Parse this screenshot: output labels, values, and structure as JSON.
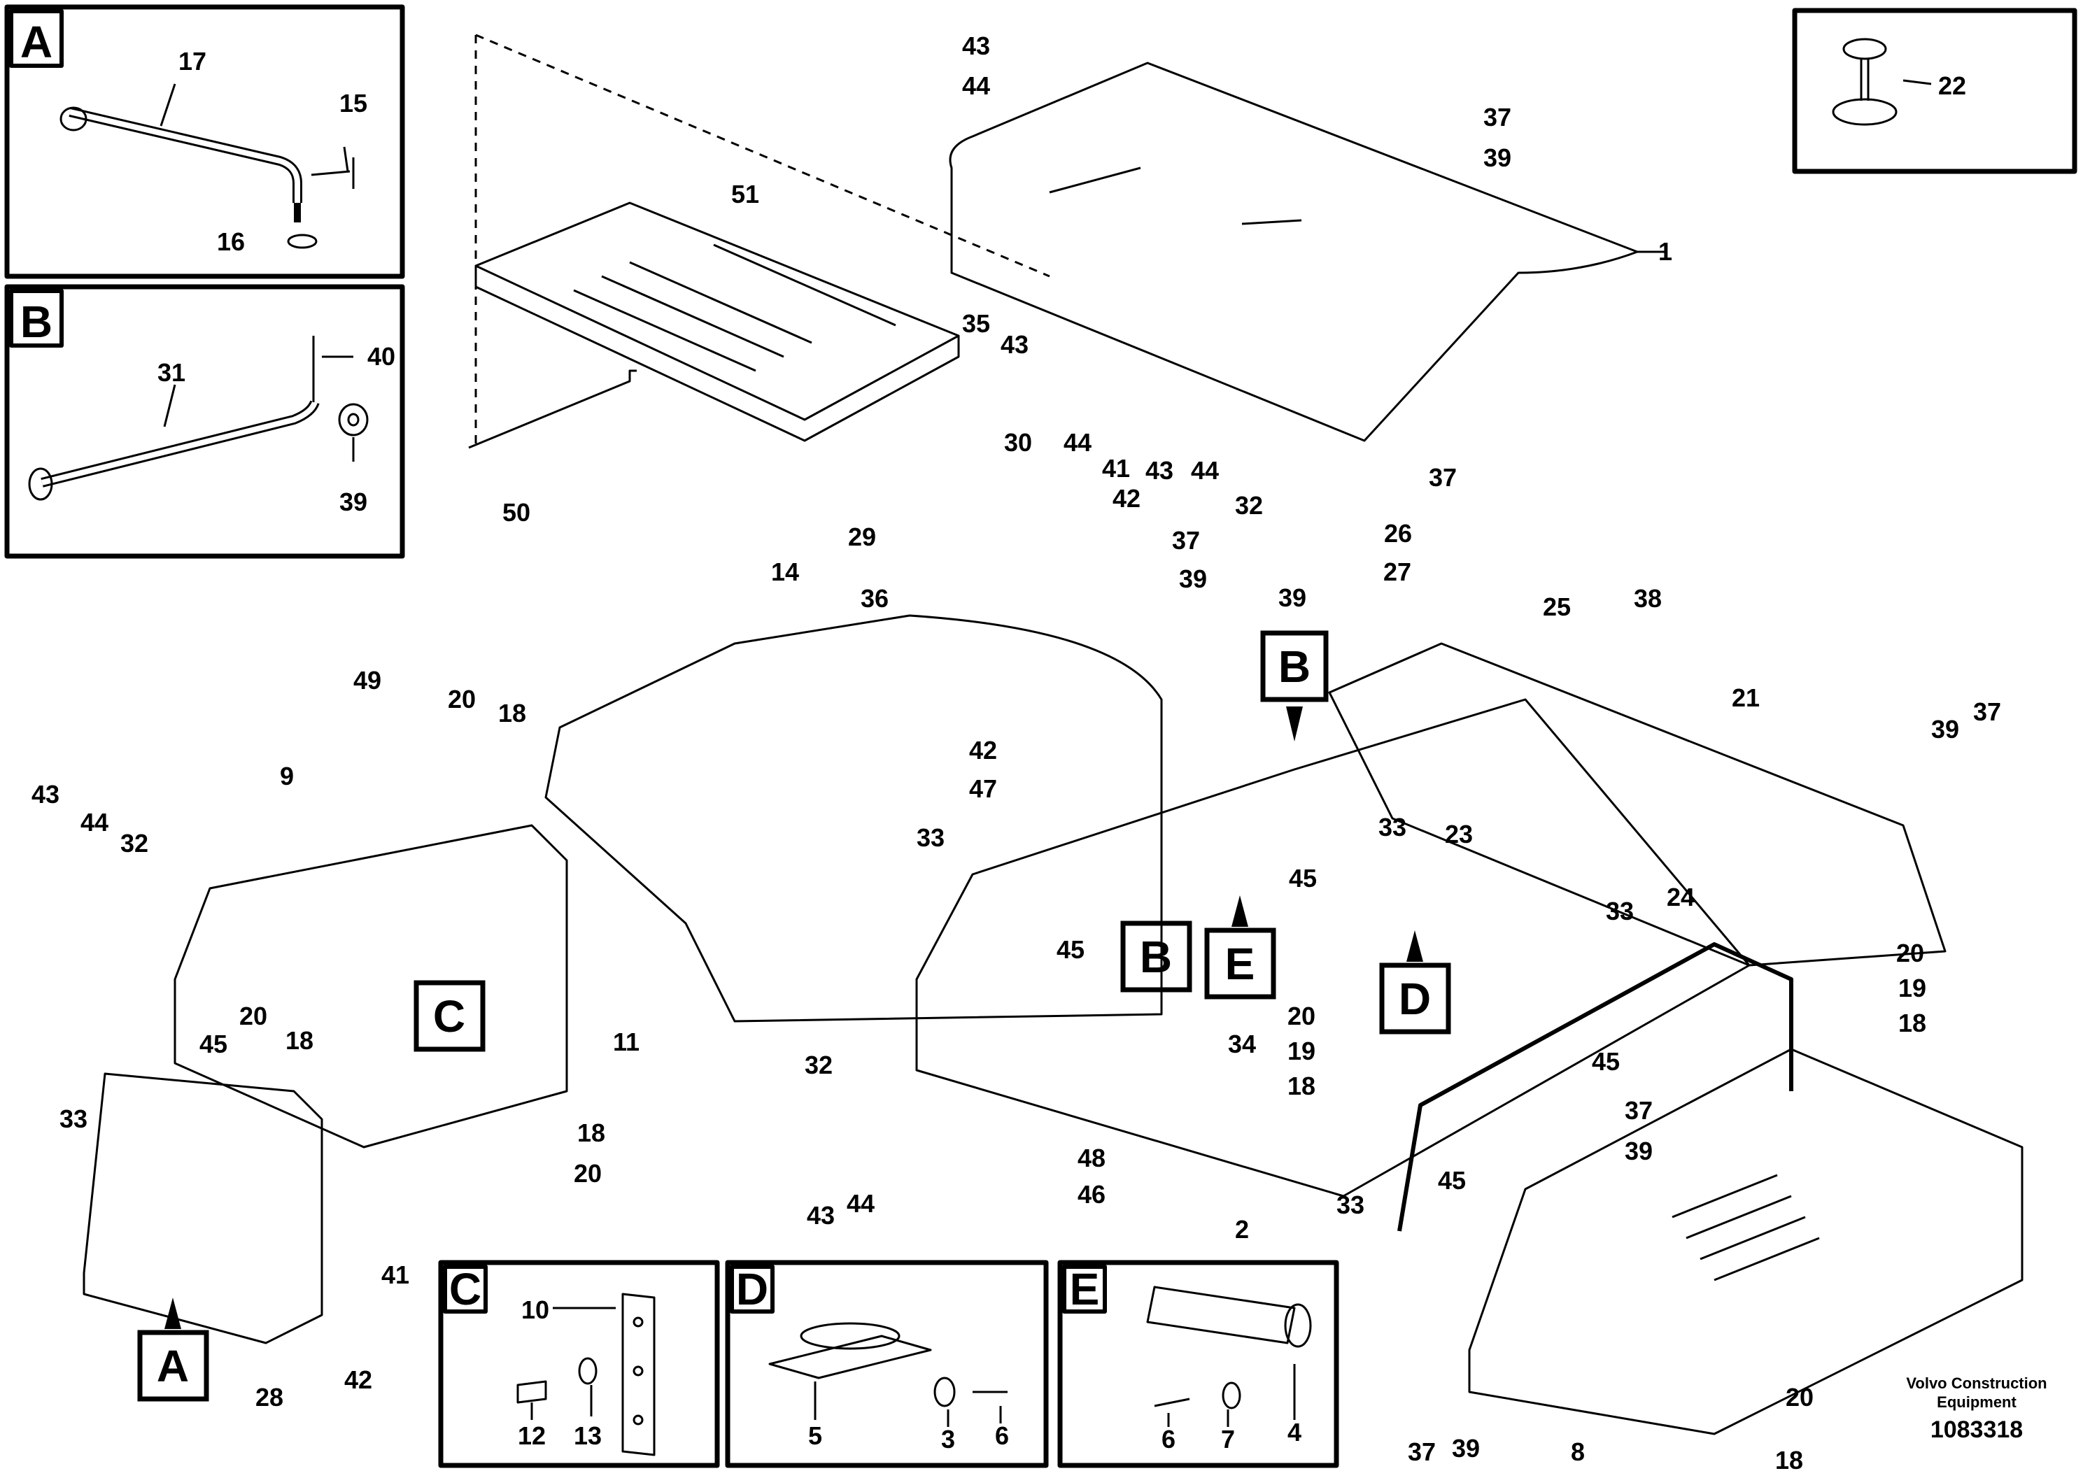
{
  "diagram": {
    "detail_views": [
      {
        "id": "A",
        "parts": [
          "17",
          "15",
          "16"
        ]
      },
      {
        "id": "B",
        "parts": [
          "31",
          "40",
          "39"
        ]
      },
      {
        "id": "C",
        "parts": [
          "10",
          "12",
          "13"
        ]
      },
      {
        "id": "D",
        "parts": [
          "5",
          "3",
          "6"
        ]
      },
      {
        "id": "E",
        "parts": [
          "6",
          "7",
          "4"
        ]
      }
    ],
    "top_right_inset": {
      "part": "22"
    },
    "part_callouts": [
      "1",
      "2",
      "3",
      "4",
      "5",
      "6",
      "7",
      "8",
      "9",
      "10",
      "11",
      "12",
      "13",
      "14",
      "15",
      "16",
      "17",
      "18",
      "19",
      "20",
      "21",
      "22",
      "23",
      "24",
      "25",
      "26",
      "27",
      "28",
      "29",
      "30",
      "31",
      "32",
      "33",
      "34",
      "35",
      "36",
      "37",
      "38",
      "39",
      "40",
      "41",
      "42",
      "43",
      "44",
      "45",
      "46",
      "47",
      "48",
      "49",
      "50",
      "51"
    ]
  },
  "footer": {
    "brand_line1": "Volvo Construction",
    "brand_line2": "Equipment",
    "drawing_number": "1083318"
  },
  "labels": {
    "A": "A",
    "B": "B",
    "C": "C",
    "D": "D",
    "E": "E",
    "n1": "1",
    "n2": "2",
    "n3": "3",
    "n4": "4",
    "n5": "5",
    "n6": "6",
    "n7": "7",
    "n8": "8",
    "n9": "9",
    "n10": "10",
    "n11": "11",
    "n12": "12",
    "n13": "13",
    "n14": "14",
    "n15": "15",
    "n16": "16",
    "n17": "17",
    "n18": "18",
    "n19": "19",
    "n20": "20",
    "n21": "21",
    "n22": "22",
    "n23": "23",
    "n24": "24",
    "n25": "25",
    "n26": "26",
    "n27": "27",
    "n28": "28",
    "n29": "29",
    "n30": "30",
    "n31": "31",
    "n32": "32",
    "n33": "33",
    "n34": "34",
    "n35": "35",
    "n36": "36",
    "n37": "37",
    "n38": "38",
    "n39": "39",
    "n40": "40",
    "n41": "41",
    "n42": "42",
    "n43": "43",
    "n44": "44",
    "n45": "45",
    "n46": "46",
    "n47": "47",
    "n48": "48",
    "n49": "49",
    "n50": "50",
    "n51": "51"
  }
}
